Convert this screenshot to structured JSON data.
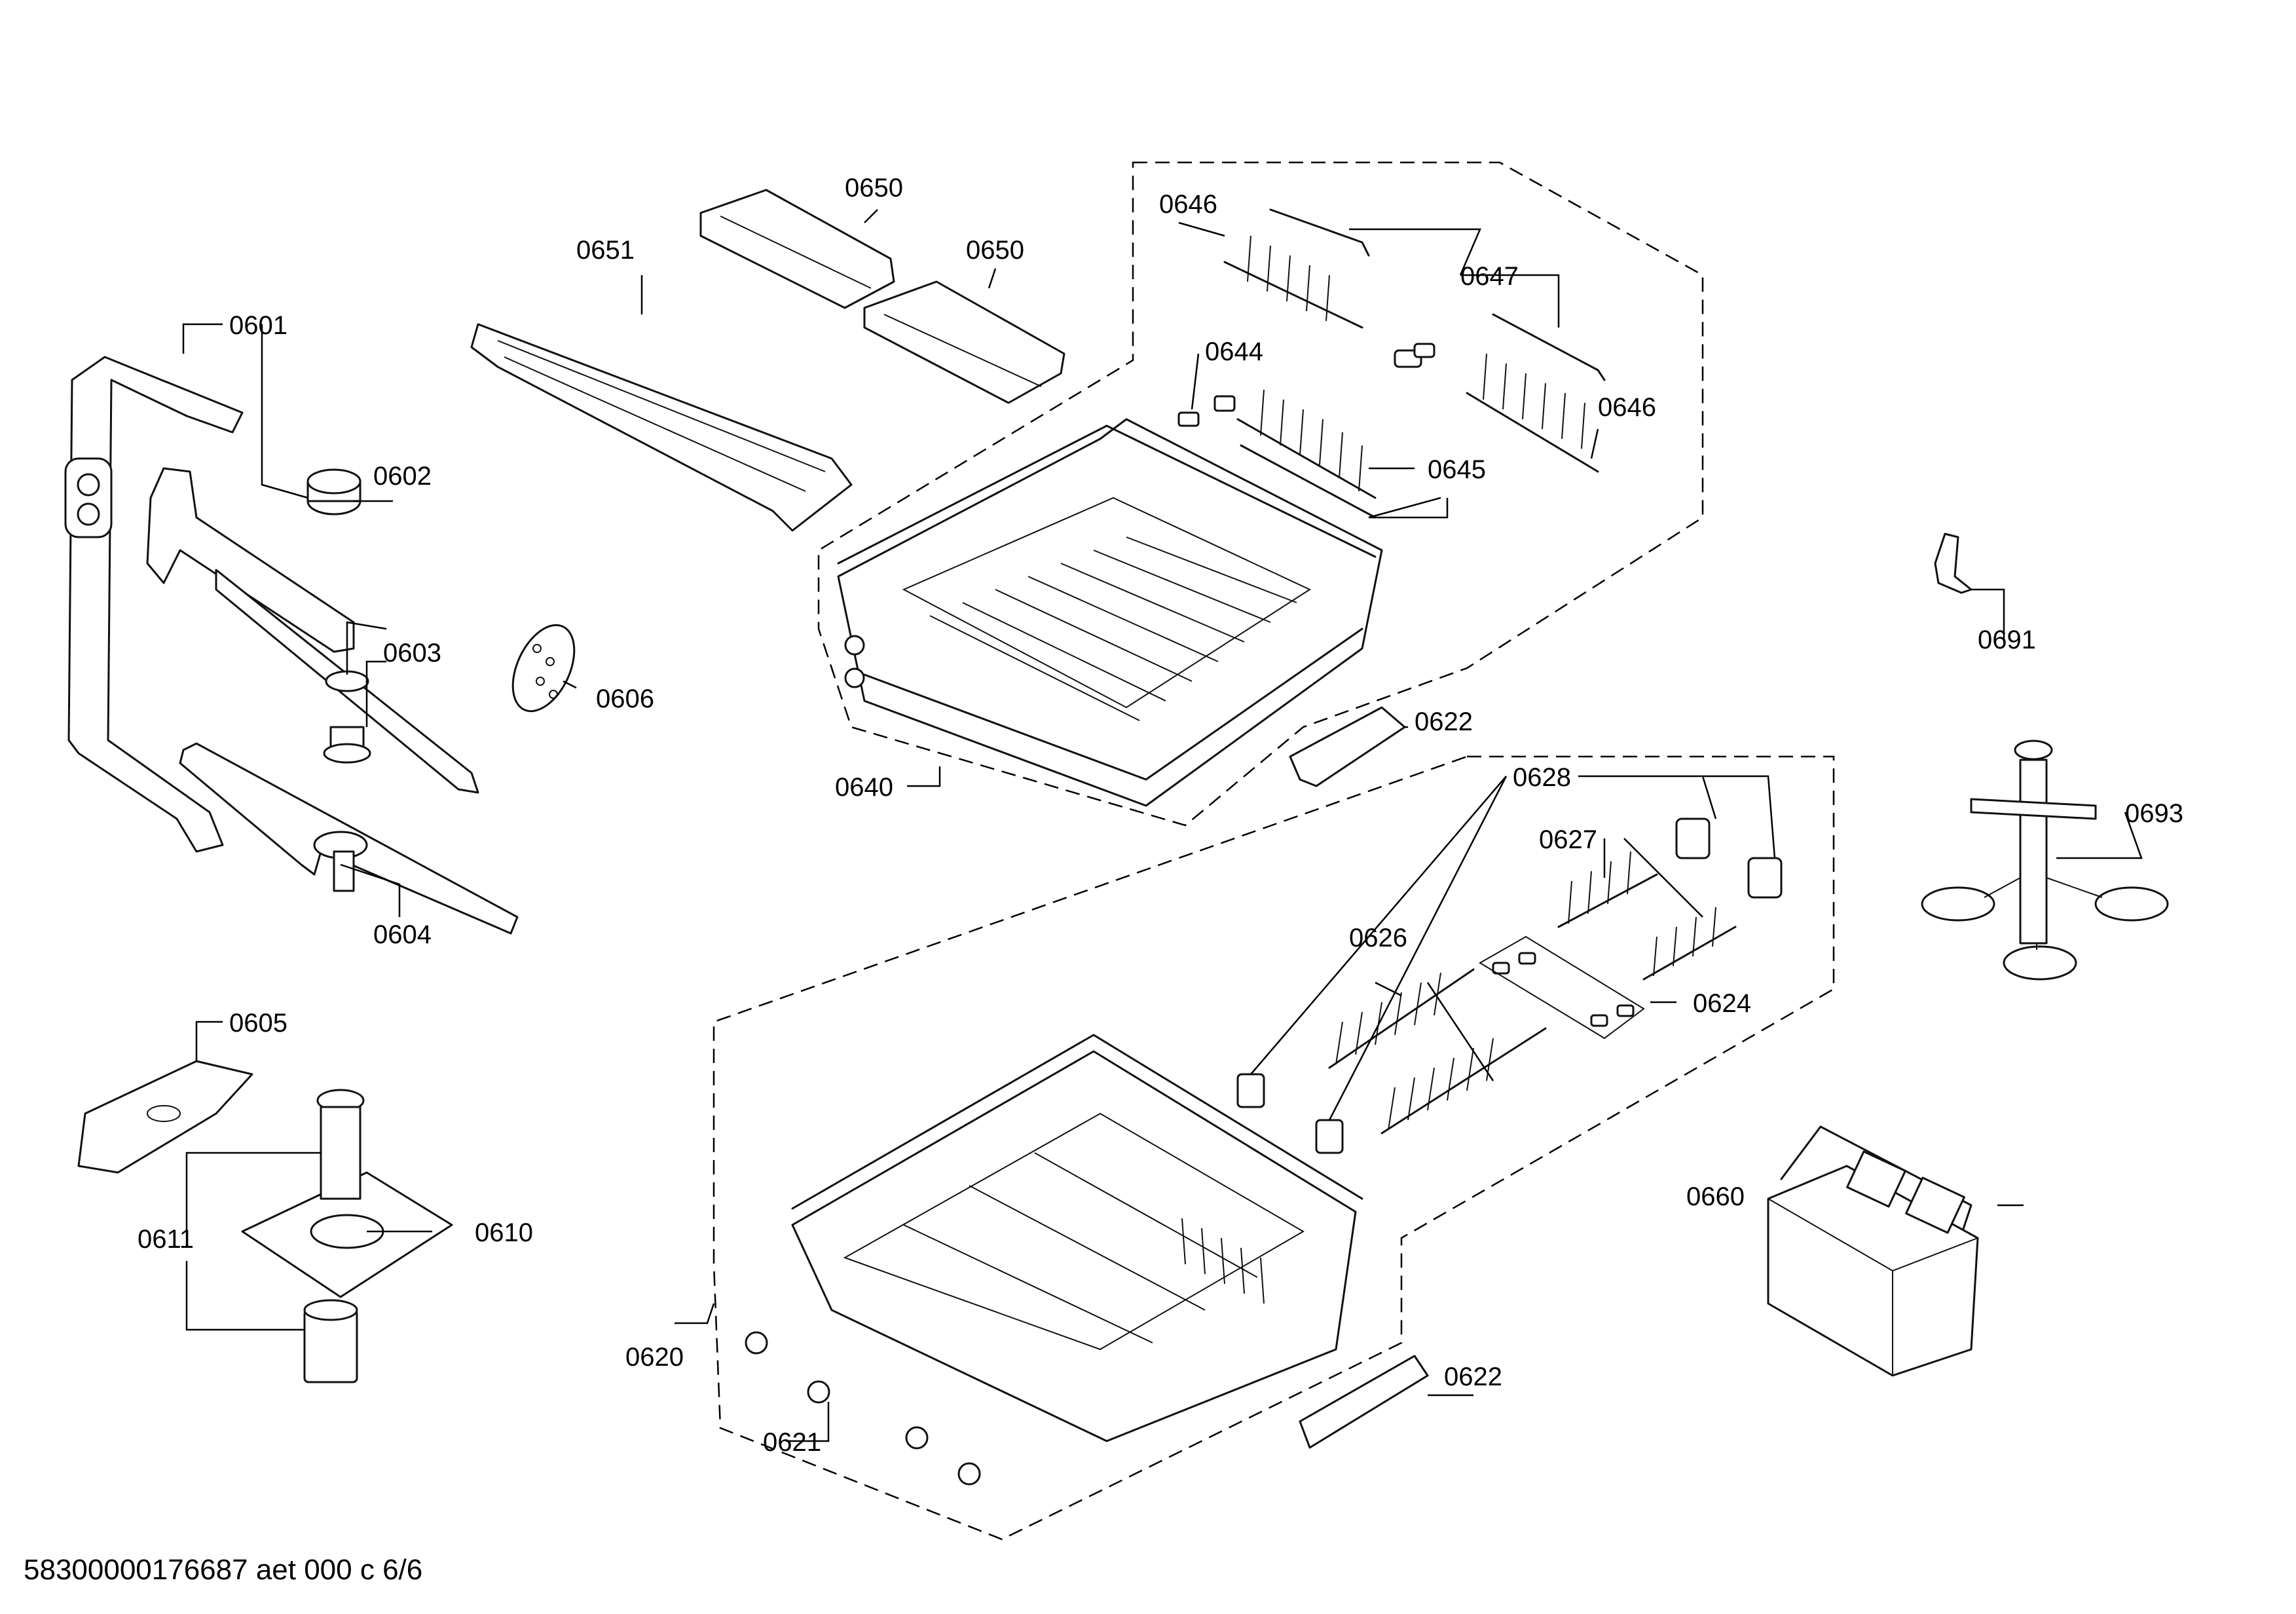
{
  "footer": {
    "code": "58300000176687 aet 000 c 6/6"
  },
  "labels": {
    "p0601": "0601",
    "p0602": "0602",
    "p0603": "0603",
    "p0604": "0604",
    "p0605": "0605",
    "p0606": "0606",
    "p0610": "0610",
    "p0611": "0611",
    "p0620": "0620",
    "p0621": "0621",
    "p0622a": "0622",
    "p0622b": "0622",
    "p0624": "0624",
    "p0626": "0626",
    "p0627": "0627",
    "p0628": "0628",
    "p0640": "0640",
    "p0644": "0644",
    "p0645": "0645",
    "p0646a": "0646",
    "p0646b": "0646",
    "p0647": "0647",
    "p0650a": "0650",
    "p0650b": "0650",
    "p0651": "0651",
    "p0660": "0660",
    "p0691": "0691",
    "p0693": "0693"
  }
}
